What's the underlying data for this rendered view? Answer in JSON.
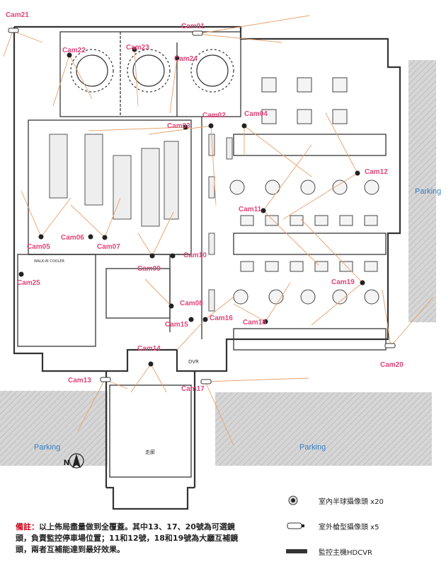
{
  "cameras": [
    {
      "id": "cam21",
      "label": "Cam21",
      "type": "bullet"
    },
    {
      "id": "cam01",
      "label": "Cam01",
      "type": "bullet"
    },
    {
      "id": "cam22",
      "label": "Cam22",
      "type": "dome"
    },
    {
      "id": "cam23",
      "label": "Cam23",
      "type": "dome"
    },
    {
      "id": "cam24",
      "label": "Cam24",
      "type": "dome"
    },
    {
      "id": "cam02",
      "label": "Cam02",
      "type": "dome"
    },
    {
      "id": "cam04",
      "label": "Cam04",
      "type": "dome"
    },
    {
      "id": "cam03",
      "label": "Cam03",
      "type": "dome"
    },
    {
      "id": "cam12",
      "label": "Cam12",
      "type": "dome"
    },
    {
      "id": "cam11",
      "label": "Cam11",
      "type": "dome"
    },
    {
      "id": "cam06",
      "label": "Cam06",
      "type": "dome"
    },
    {
      "id": "cam05",
      "label": "Cam05",
      "type": "dome"
    },
    {
      "id": "cam07",
      "label": "Cam07",
      "type": "dome"
    },
    {
      "id": "cam10",
      "label": "Cam10",
      "type": "dome"
    },
    {
      "id": "cam09",
      "label": "Cam09",
      "type": "dome"
    },
    {
      "id": "cam25",
      "label": "Cam25",
      "type": "dome"
    },
    {
      "id": "cam19",
      "label": "Cam19",
      "type": "dome"
    },
    {
      "id": "cam08",
      "label": "Cam08",
      "type": "dome"
    },
    {
      "id": "cam15",
      "label": "Cam15",
      "type": "dome"
    },
    {
      "id": "cam16",
      "label": "Cam16",
      "type": "dome"
    },
    {
      "id": "cam18",
      "label": "Cam18",
      "type": "dome"
    },
    {
      "id": "cam14",
      "label": "Cam14",
      "type": "dome"
    },
    {
      "id": "cam20",
      "label": "Cam20",
      "type": "bullet"
    },
    {
      "id": "cam13",
      "label": "Cam13",
      "type": "bullet"
    },
    {
      "id": "cam17",
      "label": "Cam17",
      "type": "bullet"
    }
  ],
  "labels": {
    "parking_right": "Parking",
    "parking_left": "Parking",
    "parking_center": "Parking",
    "walk_in_cooler": "WALK-IN COOLER",
    "dvr": "DVR",
    "corridor": "走廊",
    "north": "N"
  },
  "legend": [
    {
      "icon": "dome-camera-icon",
      "text": "室內半球攝像頭 x20"
    },
    {
      "icon": "bullet-camera-icon",
      "text": "室外槍型攝像頭 x5"
    },
    {
      "icon": "dvr-recorder-icon",
      "text": "監控主機HDCVR"
    }
  ],
  "note": {
    "title": "備註：",
    "body": "以上佈局盡量做到全覆蓋。其中13、17、20號為可選鏡頭，負責監控停車場位置；11和12號，18和19號為大廳互補鏡頭，兩者互補能達到最好效果。"
  },
  "colors": {
    "camera_label": "#e0457b",
    "coverage_line": "#e8a06a",
    "parking_label": "#3a7fc1",
    "parking_hatch": "#c8c8c8",
    "note_title": "#d0021b"
  }
}
